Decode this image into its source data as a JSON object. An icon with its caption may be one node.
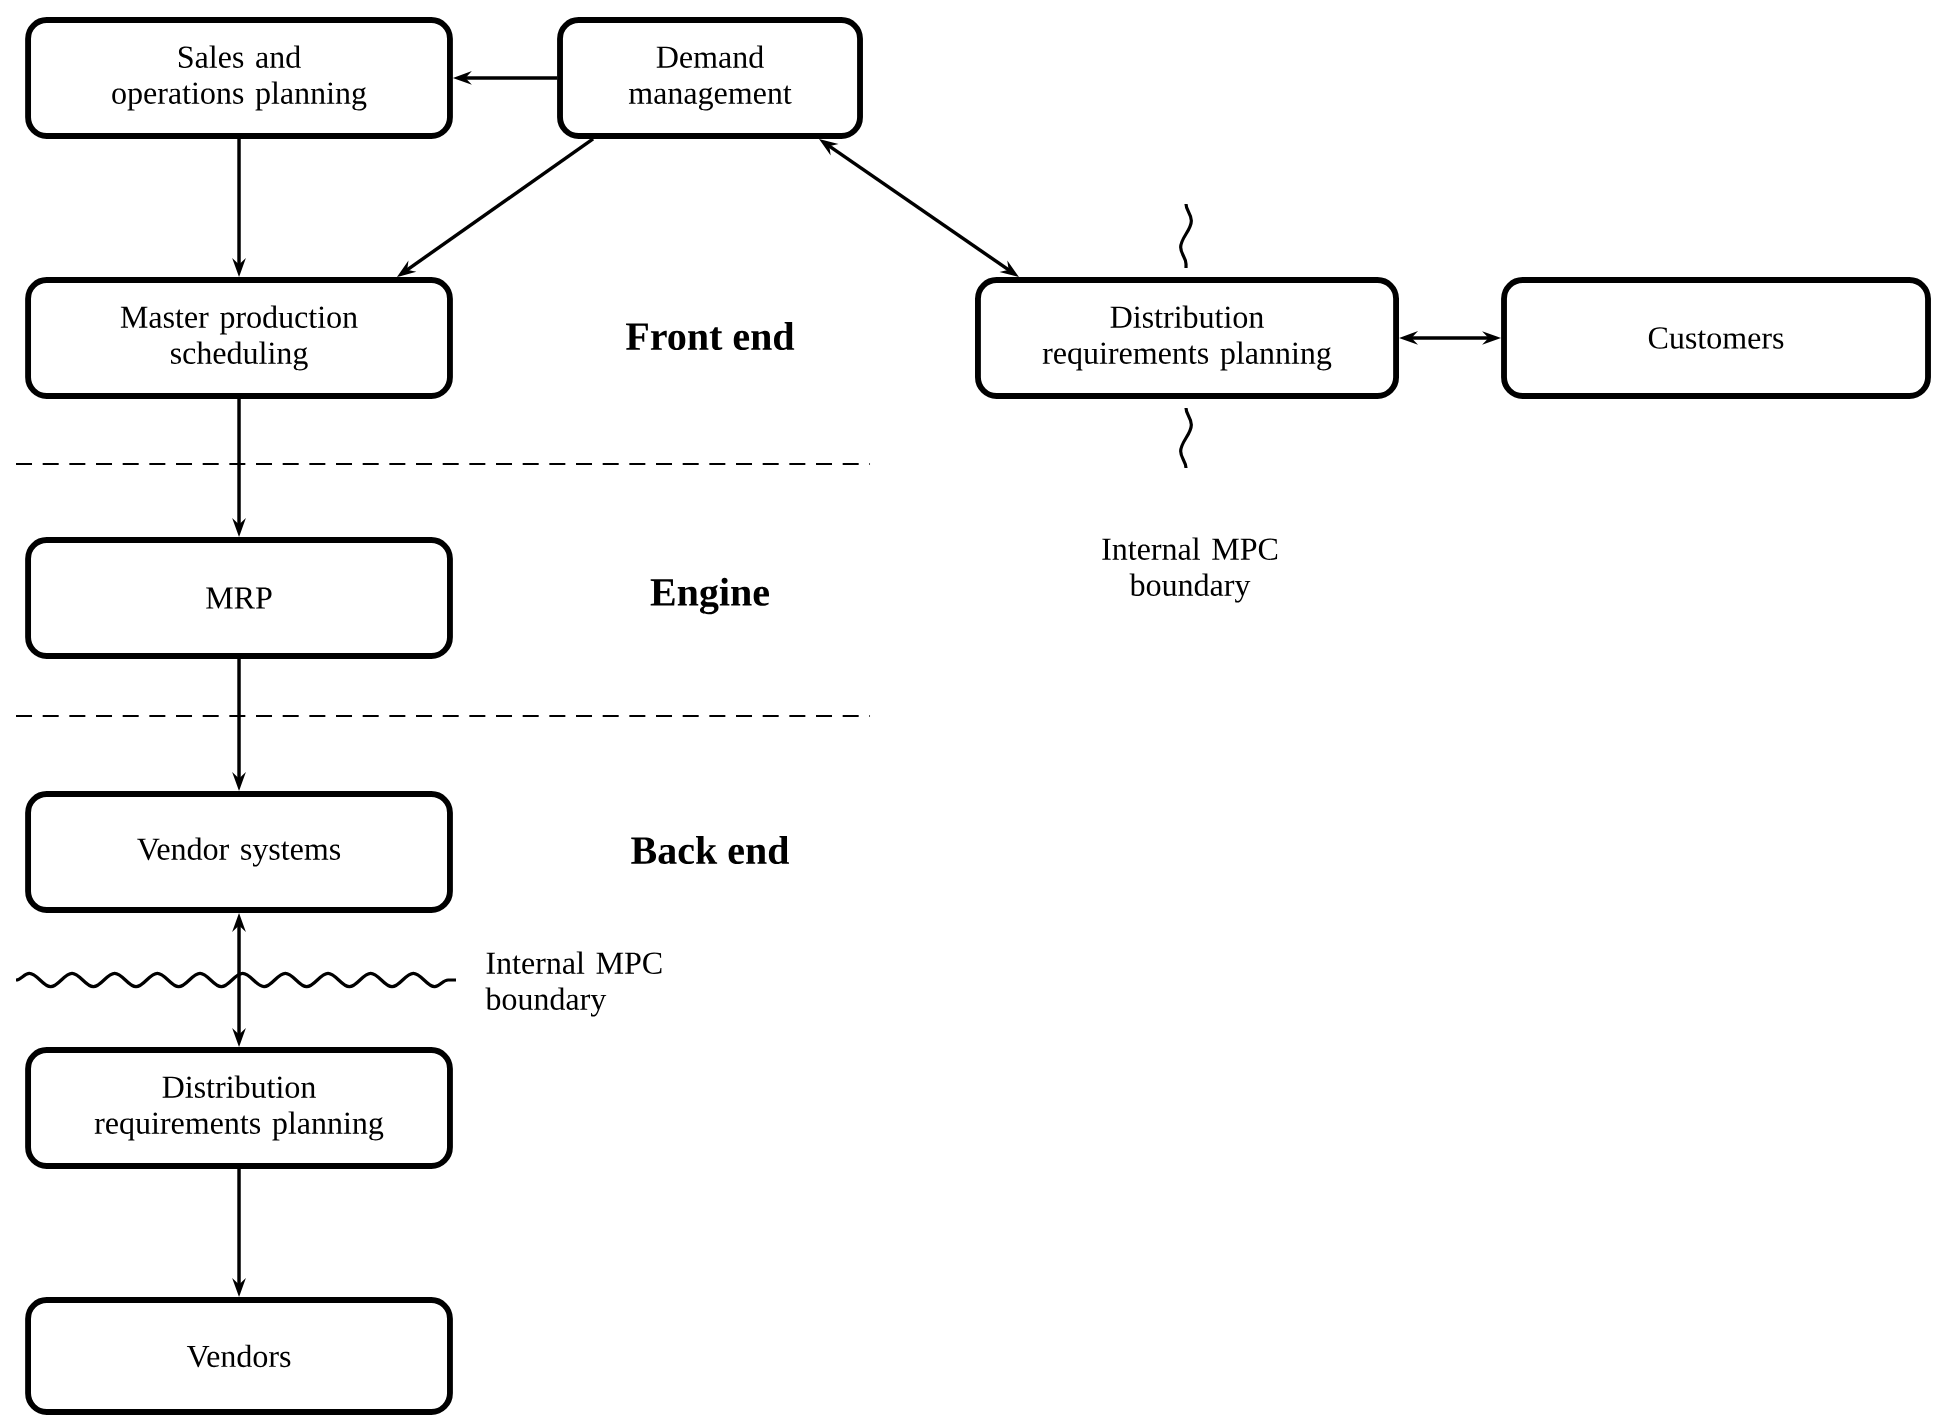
{
  "diagram": {
    "nodes": [
      {
        "text": [
          "Sales and operations planning"
        ]
      },
      {
        "text": [
          "Demand management"
        ]
      },
      {
        "text": [
          "Master production scheduling"
        ]
      },
      {
        "text": [
          "Distribution requirements planning"
        ]
      },
      {
        "text": [
          "Customers"
        ]
      },
      {
        "text": [
          "MRP"
        ]
      },
      {
        "text": [
          "Vendor systems"
        ]
      },
      {
        "text": [
          "Distribution requirements planning"
        ]
      },
      {
        "text": [
          "Vendors"
        ]
      }
    ],
    "edges": [
      {
        "from": 1,
        "to": 0,
        "arrow": "to"
      },
      {
        "from": 0,
        "to": 2,
        "arrow": "to"
      },
      {
        "from": 1,
        "to": 2,
        "arrow": "to"
      },
      {
        "from": 1,
        "to": 3,
        "arrow": "both"
      },
      {
        "from": 3,
        "to": 4,
        "arrow": "both"
      },
      {
        "from": 2,
        "to": 5,
        "arrow": "to"
      },
      {
        "from": 5,
        "to": 6,
        "arrow": "to"
      },
      {
        "from": 6,
        "to": 7,
        "arrow": "both"
      },
      {
        "from": 7,
        "to": 8,
        "arrow": "to"
      }
    ],
    "labels": [
      "Front end",
      "Internal MPC boundary",
      "Engine",
      "Back end",
      "Internal MPC boundary"
    ]
  }
}
